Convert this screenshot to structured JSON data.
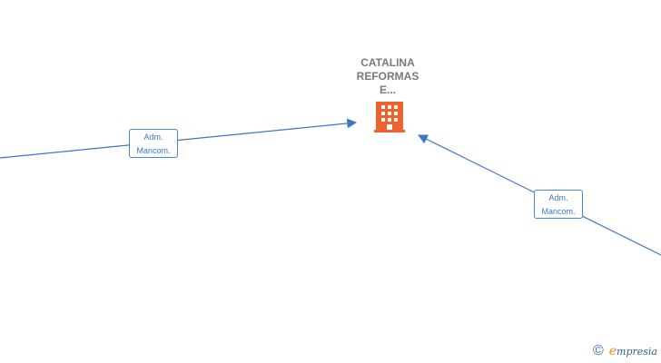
{
  "company": {
    "name_lines": [
      "CATALINA",
      "REFORMAS",
      "E..."
    ],
    "icon": "building-icon",
    "icon_color": "#f0622d"
  },
  "relations": [
    {
      "label_line1": "Adm.",
      "label_line2": "Mancom."
    },
    {
      "label_line1": "Adm.",
      "label_line2": "Mancom."
    }
  ],
  "colors": {
    "edge": "#3a78c8",
    "label_text": "#3a78c8",
    "company_text": "#7a7a7a"
  },
  "brand": {
    "copyright": "©",
    "e_letter": "e",
    "name": "mpresia"
  }
}
